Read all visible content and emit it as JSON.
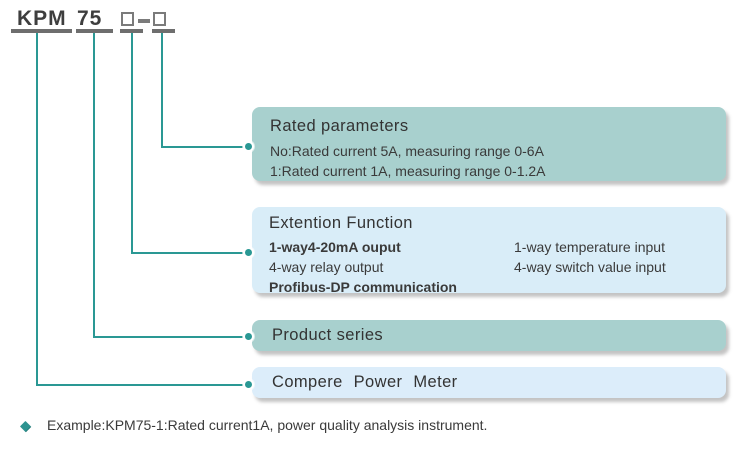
{
  "model": {
    "prefix": "KPM",
    "series": "75",
    "placeholder_1": "",
    "separator": "-",
    "placeholder_2": ""
  },
  "boxes": {
    "rated": {
      "title": "Rated parameters",
      "lines": [
        "No:Rated current 5A, measuring range 0-6A",
        "1:Rated current 1A, measuring range 0-1.2A"
      ]
    },
    "extension": {
      "title": "Extention Function",
      "col1": [
        "1-way4-20mA ouput",
        "4-way relay output",
        "Profibus-DP communication"
      ],
      "col2": [
        "1-way temperature input",
        "4-way switch value input"
      ]
    },
    "series": {
      "title": "Product series"
    },
    "meter": {
      "title": "Compere Power Meter"
    }
  },
  "example": {
    "bullet": "◆",
    "text": "Example:KPM75-1:Rated current1A, power quality analysis instrument."
  },
  "colors": {
    "teal_box": "#a8d0ce",
    "light_blue_box": "#d9edf8",
    "light_blue_box_2": "#dcedfa",
    "connector_teal": "#2a9894",
    "underline_grey": "#6e6e6e",
    "text": "#3a3a3a"
  }
}
